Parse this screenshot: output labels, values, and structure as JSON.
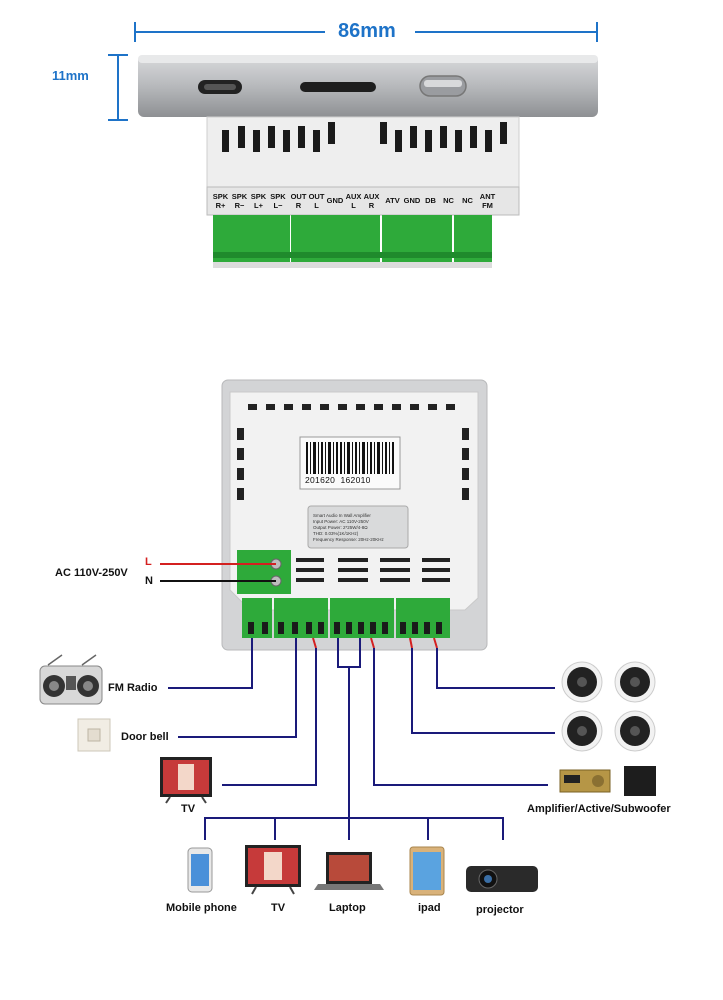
{
  "dimensions": {
    "width_label": "86mm",
    "depth_label": "11mm"
  },
  "terminal_labels": [
    "SPK\nR+",
    "SPK\nR−",
    "SPK\nL+",
    "SPK\nL−",
    "OUT\nR",
    "OUT\nL",
    "GND",
    "AUX\nL",
    "AUX\nR",
    "ATV",
    "GND",
    "DB",
    "NC",
    "NC",
    "ANT\nFM"
  ],
  "barcode_number": "201620  162010",
  "spec_sticker": "Smart Audio In Wall Amplifier\nInput Power: AC 110V-250V\nOutput Power: 2*25W/4-8Ω\nTHD: 0.03%(1K/1KHz)\nFrequency Response: 20Hz-20KHz",
  "power": {
    "label": "AC 110V-250V",
    "line_l": "L",
    "line_n": "N"
  },
  "devices": {
    "fm_radio": "FM Radio",
    "door_bell": "Door bell",
    "tv_left": "TV",
    "amplifier": "Amplifier/Active/Subwoofer",
    "mobile_phone": "Mobile phone",
    "tv_bottom": "TV",
    "laptop": "Laptop",
    "ipad": "ipad",
    "projector": "projector"
  },
  "colors": {
    "dimension_blue": "#1e73c8",
    "wire_blue": "#1a1a7a",
    "wire_red": "#d42020",
    "terminal_green": "#2eaa3a",
    "housing_grey": "#b5b7ba"
  }
}
